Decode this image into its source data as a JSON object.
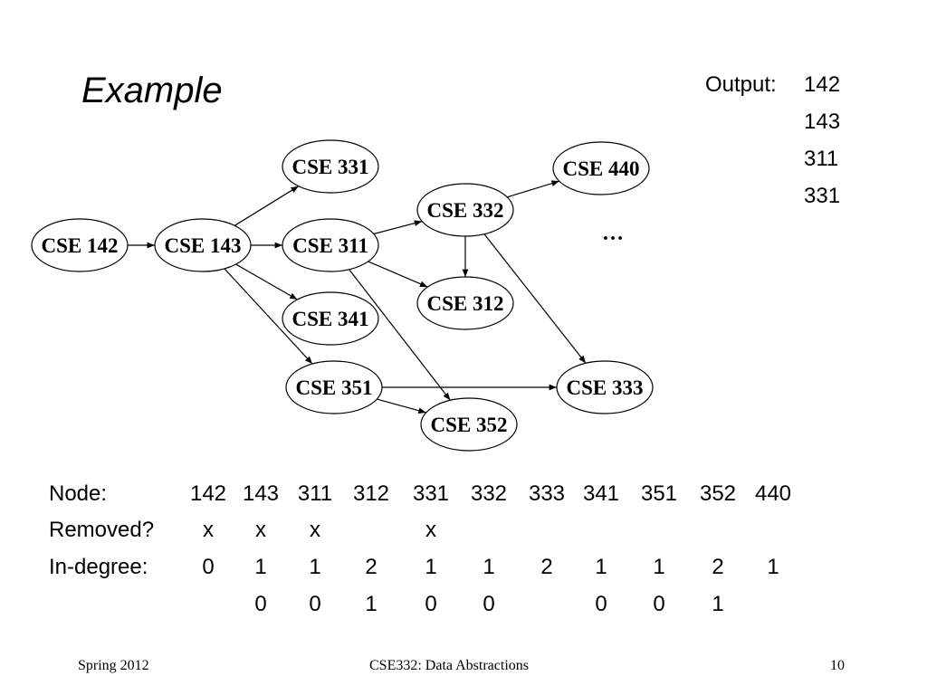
{
  "title": "Example",
  "output": {
    "label": "Output:",
    "values": [
      "142",
      "143",
      "311",
      "331"
    ]
  },
  "graph": {
    "nodes": [
      {
        "id": "142",
        "label": "CSE 142"
      },
      {
        "id": "143",
        "label": "CSE 143"
      },
      {
        "id": "331",
        "label": "CSE 331"
      },
      {
        "id": "311",
        "label": "CSE 311"
      },
      {
        "id": "341",
        "label": "CSE 341"
      },
      {
        "id": "351",
        "label": "CSE 351"
      },
      {
        "id": "332",
        "label": "CSE 332"
      },
      {
        "id": "312",
        "label": "CSE 312"
      },
      {
        "id": "352",
        "label": "CSE 352"
      },
      {
        "id": "440",
        "label": "CSE 440"
      },
      {
        "id": "333",
        "label": "CSE 333"
      }
    ],
    "edges": [
      {
        "from": "142",
        "to": "143"
      },
      {
        "from": "143",
        "to": "331"
      },
      {
        "from": "143",
        "to": "311"
      },
      {
        "from": "143",
        "to": "341"
      },
      {
        "from": "143",
        "to": "351"
      },
      {
        "from": "311",
        "to": "332"
      },
      {
        "from": "311",
        "to": "312"
      },
      {
        "from": "311",
        "to": "352"
      },
      {
        "from": "332",
        "to": "440"
      },
      {
        "from": "332",
        "to": "312"
      },
      {
        "from": "332",
        "to": "333"
      },
      {
        "from": "351",
        "to": "333"
      },
      {
        "from": "351",
        "to": "352"
      }
    ],
    "ellipsis": "…"
  },
  "table": {
    "node_label": "Node:",
    "removed_label": "Removed?",
    "indegree_label": "In-degree:",
    "nodes": [
      "142",
      "143",
      "311",
      "312",
      "331",
      "332",
      "333",
      "341",
      "351",
      "352",
      "440"
    ],
    "removed": [
      "x",
      "x",
      "x",
      "",
      "x",
      "",
      "",
      "",
      "",
      "",
      ""
    ],
    "indegree": [
      "0",
      "1",
      "1",
      "2",
      "1",
      "1",
      "2",
      "1",
      "1",
      "2",
      "1"
    ],
    "indegree_updated": [
      "",
      "0",
      "0",
      "1",
      "0",
      "0",
      "",
      "0",
      "0",
      "1",
      ""
    ]
  },
  "footer": {
    "left": "Spring 2012",
    "center": "CSE332: Data Abstractions",
    "right": "10"
  }
}
